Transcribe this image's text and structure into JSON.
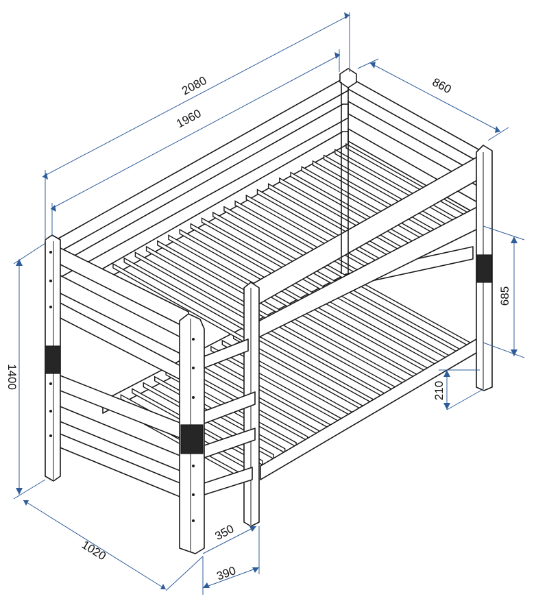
{
  "dimensions": {
    "overall_length": "2080",
    "inner_length": "1960",
    "depth": "860",
    "total_height": "1400",
    "bunk_spacing": "685",
    "floor_clearance": "210",
    "footprint_width": "1020",
    "ladder_depth": "350",
    "ladder_offset": "390"
  },
  "colors": {
    "dimension_line": "#2f5d9a",
    "outline": "#1a1a1a"
  }
}
